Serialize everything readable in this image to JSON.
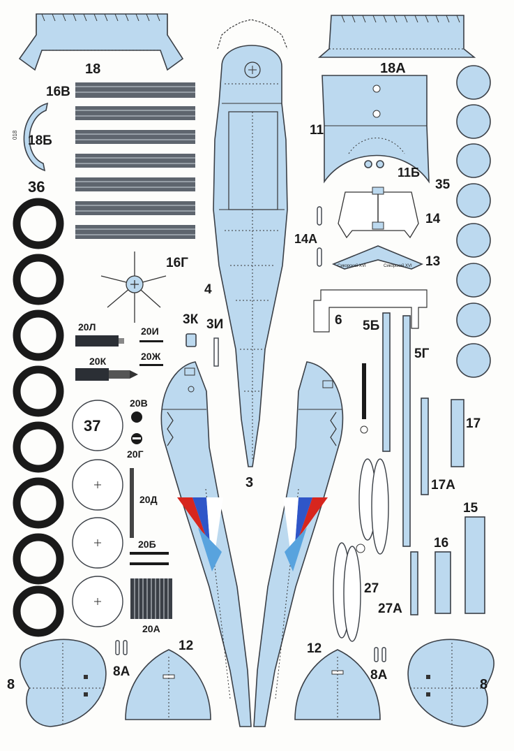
{
  "labels": {
    "p18": "18",
    "p18a": "18А",
    "p16v": "16В",
    "p18b": "18Б",
    "p18b_small": "018",
    "p36": "36",
    "p11": "11",
    "p11b": "11Б",
    "p35": "35",
    "p14": "14",
    "p14a": "14А",
    "p13": "13",
    "p16g": "16Г",
    "p4": "4",
    "p3k": "3К",
    "p3i": "3И",
    "p6": "6",
    "p5b": "5Б",
    "p5g": "5Г",
    "p20l": "20Л",
    "p20i": "20И",
    "p20k": "20К",
    "p20zh": "20Ж",
    "p37": "37",
    "p20v": "20В",
    "p20g": "20Г",
    "p17": "17",
    "p17a": "17А",
    "p3": "3",
    "p20d": "20Д",
    "p15": "15",
    "p16": "16",
    "p20b": "20Б",
    "p27": "27",
    "p27a": "27А",
    "p20a": "20А",
    "p12a": "12",
    "p12b": "12",
    "p8a": "8",
    "p8b": "8",
    "p8aa": "8А",
    "p8ab": "8А",
    "p13_text_left": "Сикорский XVI",
    "p13_text_right": "Сикорский XVI"
  },
  "colors": {
    "part_fill": "#bcd9ef",
    "outline": "#3a3f46",
    "roundel_red": "#d7261e",
    "roundel_blue": "#2f56c8",
    "ring": "#1a1a1a"
  }
}
